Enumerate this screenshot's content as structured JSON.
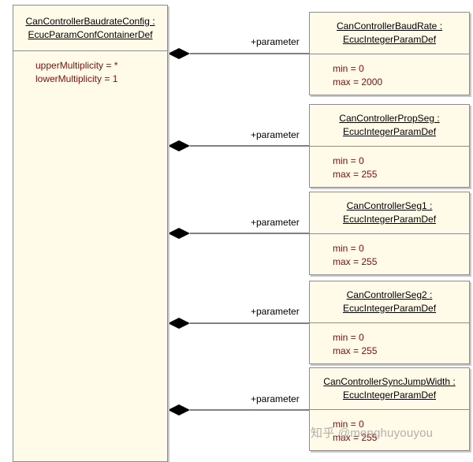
{
  "container": {
    "name": "CanControllerBaudrateConfig :",
    "type": "EcucParamConfContainerDef",
    "attributes": [
      "upperMultiplicity = *",
      "lowerMultiplicity = 1"
    ]
  },
  "role_label": "+parameter",
  "parameters": [
    {
      "name": "CanControllerBaudRate :",
      "type": "EcucIntegerParamDef",
      "attributes": [
        "min = 0",
        "max = 2000"
      ]
    },
    {
      "name": "CanControllerPropSeg :",
      "type": "EcucIntegerParamDef",
      "attributes": [
        "min = 0",
        "max = 255"
      ]
    },
    {
      "name": "CanControllerSeg1 :",
      "type": "EcucIntegerParamDef",
      "attributes": [
        "min = 0",
        "max = 255"
      ]
    },
    {
      "name": "CanControllerSeg2 :",
      "type": "EcucIntegerParamDef",
      "attributes": [
        "min = 0",
        "max = 255"
      ]
    },
    {
      "name": "CanControllerSyncJumpWidth :",
      "type": "EcucIntegerParamDef",
      "attributes": [
        "min = 0",
        "max = 255"
      ]
    }
  ],
  "watermark": "知乎 @menghuyouyou",
  "colors": {
    "class_fill": "#fffbe8",
    "border": "#8c8c8c",
    "attribute_text": "#7a1010"
  }
}
